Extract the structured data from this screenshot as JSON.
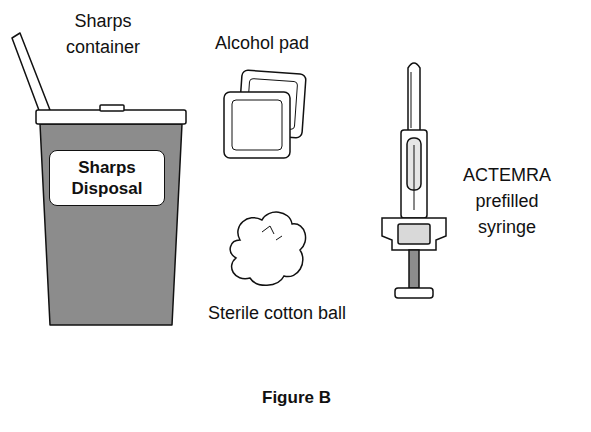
{
  "diagram": {
    "caption": "Figure B",
    "nodes": [
      {
        "text": [
          "Sharps Disposal"
        ]
      }
    ],
    "labels": [
      "Sharps container",
      "Alcohol pad",
      "Sterile cotton ball",
      "ACTEMRA prefilled syringe"
    ]
  }
}
